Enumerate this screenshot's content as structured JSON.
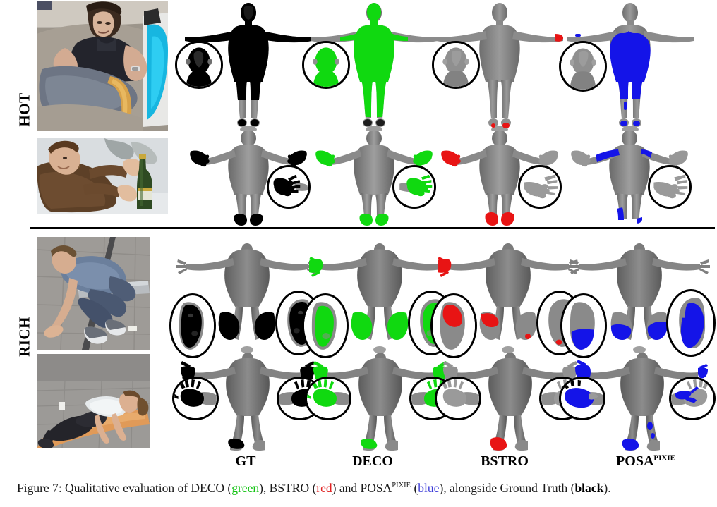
{
  "figure": {
    "number": "Figure 7",
    "caption_prefix": "Figure 7:",
    "caption_full": "Figure 7: Qualitative evaluation of DECO (green), BSTRO (red) and POSA PIXIE (blue), alongside Ground Truth (black).",
    "caption_parts": {
      "p1": "Figure 7:  Qualitative evaluation of DECO (",
      "green": "green",
      "p2": "), BSTRO (",
      "red": "red",
      "p3": ") and POSA",
      "sup": "PIXIE",
      "p4": " (",
      "blue": "blue",
      "p5": "), alongside Ground Truth (",
      "black": "black",
      "p6": ")."
    }
  },
  "colors": {
    "gt_black": "#000000",
    "deco_green": "#10d910",
    "bstro_red": "#e81414",
    "posa_blue": "#1414e8",
    "mesh_gray": "#7d7d7d",
    "mesh_gray_light": "#a8a8a8",
    "mesh_gray_dark": "#5a5a5a",
    "divider": "#000000"
  },
  "row_labels": [
    {
      "id": "hot",
      "label": "HOT"
    },
    {
      "id": "rich",
      "label": "RICH"
    }
  ],
  "columns": [
    {
      "id": "input",
      "label": ""
    },
    {
      "id": "gt",
      "label": "GT",
      "sup": ""
    },
    {
      "id": "deco",
      "label": "DECO",
      "sup": ""
    },
    {
      "id": "bstro",
      "label": "BSTRO",
      "sup": ""
    },
    {
      "id": "posa",
      "label": "POSA",
      "sup": "PIXIE"
    }
  ],
  "column_headers": {
    "gt": "GT",
    "deco": "DECO",
    "bstro": "BSTRO",
    "posa": "POSA",
    "posa_sup": "PIXIE"
  },
  "rows": [
    {
      "id": "hot-1",
      "dataset": "HOT",
      "input_description": "Person in dark t-shirt reclining on a sofa armchair with a blue object at right",
      "view": "front",
      "cells": [
        {
          "method": "GT",
          "color": "#000000",
          "contact": "whole-body torso legs arms",
          "inset": {
            "shape": "circle",
            "content": "head",
            "side": "left"
          }
        },
        {
          "method": "DECO",
          "color": "#10d910",
          "contact": "whole-body torso legs arms",
          "inset": {
            "shape": "circle",
            "content": "head",
            "side": "left"
          }
        },
        {
          "method": "BSTRO",
          "color": "#e81414",
          "contact": "right hand tips, feet tips",
          "inset": {
            "shape": "circle",
            "content": "head",
            "side": "left"
          }
        },
        {
          "method": "POSA",
          "color": "#1414e8",
          "contact": "torso, thighs, shins, feet",
          "inset": {
            "shape": "circle",
            "content": "head",
            "side": "left"
          }
        }
      ]
    },
    {
      "id": "hot-2",
      "dataset": "HOT",
      "input_description": "Man in brown jacket in snow holding a green champagne bottle",
      "view": "back",
      "cells": [
        {
          "method": "GT",
          "color": "#000000",
          "contact": "both hands, both feet",
          "inset": {
            "shape": "circle",
            "content": "hand",
            "side": "right"
          }
        },
        {
          "method": "DECO",
          "color": "#10d910",
          "contact": "both hands, both feet",
          "inset": {
            "shape": "circle",
            "content": "hand",
            "side": "right"
          }
        },
        {
          "method": "BSTRO",
          "color": "#e81414",
          "contact": "left hand, both feet",
          "inset": {
            "shape": "circle",
            "content": "hand",
            "side": "right"
          }
        },
        {
          "method": "POSA",
          "color": "#1414e8",
          "contact": "upper arms / shoulders, left foot",
          "inset": {
            "shape": "circle",
            "content": "hand",
            "side": "right"
          }
        }
      ]
    },
    {
      "id": "rich-1",
      "dataset": "RICH",
      "input_description": "Man in blue shirt bending over a metal bench outdoors, hand on ground",
      "view": "top-down feet",
      "cells": [
        {
          "method": "GT",
          "color": "#000000",
          "contact": "both feet soles",
          "insets": [
            {
              "shape": "oval",
              "content": "foot",
              "side": "left"
            },
            {
              "shape": "oval",
              "content": "foot",
              "side": "right"
            }
          ]
        },
        {
          "method": "DECO",
          "color": "#10d910",
          "contact": "both feet soles",
          "insets": [
            {
              "shape": "oval",
              "content": "foot",
              "side": "left"
            },
            {
              "shape": "oval",
              "content": "foot",
              "side": "right"
            }
          ]
        },
        {
          "method": "BSTRO",
          "color": "#e81414",
          "contact": "left foot heel/toe, right hand",
          "insets": [
            {
              "shape": "oval",
              "content": "foot",
              "side": "left"
            },
            {
              "shape": "oval",
              "content": "foot",
              "side": "right"
            }
          ]
        },
        {
          "method": "POSA",
          "color": "#1414e8",
          "contact": "both feet soles partial",
          "insets": [
            {
              "shape": "oval",
              "content": "foot",
              "side": "left"
            },
            {
              "shape": "oval",
              "content": "foot",
              "side": "right"
            }
          ]
        }
      ]
    },
    {
      "id": "rich-2",
      "dataset": "RICH",
      "input_description": "Woman in white top doing a mountain-climber plank on an orange yoga mat",
      "view": "back",
      "cells": [
        {
          "method": "GT",
          "color": "#000000",
          "contact": "both hands, left foot",
          "insets": [
            {
              "shape": "circle",
              "content": "hand",
              "side": "left"
            },
            {
              "shape": "circle",
              "content": "hand",
              "side": "right"
            }
          ]
        },
        {
          "method": "DECO",
          "color": "#10d910",
          "contact": "both hands, left foot",
          "insets": [
            {
              "shape": "circle",
              "content": "hand",
              "side": "left"
            },
            {
              "shape": "circle",
              "content": "hand",
              "side": "right"
            }
          ]
        },
        {
          "method": "BSTRO",
          "color": "#e81414",
          "contact": "left foot only",
          "insets": [
            {
              "shape": "circle",
              "content": "hand",
              "side": "left"
            },
            {
              "shape": "circle",
              "content": "hand",
              "side": "right"
            }
          ]
        },
        {
          "method": "POSA",
          "color": "#1414e8",
          "contact": "both hands, left foot, right thigh patches",
          "insets": [
            {
              "shape": "circle",
              "content": "hand",
              "side": "left"
            },
            {
              "shape": "circle",
              "content": "hand",
              "side": "right"
            }
          ]
        }
      ]
    }
  ]
}
